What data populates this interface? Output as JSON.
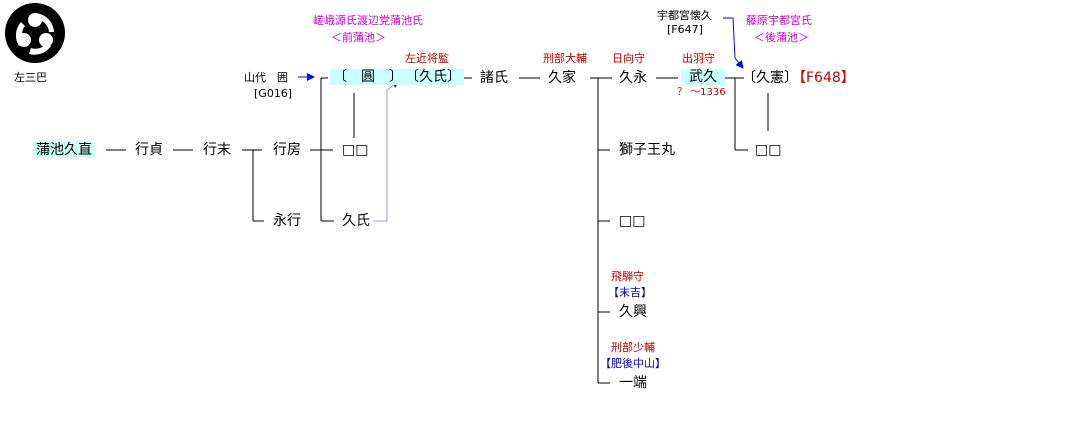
{
  "crest": {
    "name": "左三巴",
    "icon": "mitsudomoe-icon"
  },
  "headers": {
    "saga_line": "嵯峨源氏渡辺党蒲池氏",
    "saga_sub": "＜前蒲池＞",
    "fujiwara_line": "藤原宇都宮氏",
    "fujiwara_sub": "＜後蒲池＞",
    "utsunomiya": "宇都宮懐久",
    "utsunomiya_ref": "[F647]"
  },
  "persons": {
    "kamachi_hisanao": "蒲池久直",
    "yukisada": "行貞",
    "yukisue": "行末",
    "yukifusa": "行房",
    "nagayuki": "永行",
    "kakomu": "〔　圓　〕",
    "sq1": "□□",
    "hisauji_b": "久氏",
    "hisauji": "〔久氏〕",
    "moroji": "諸氏",
    "hisaie": "久家",
    "hisanaga": "久永",
    "shishiomaru": "獅子王丸",
    "sq2": "□□",
    "hisaoki": "久興",
    "kazuhata": "一端",
    "takehisa": "武久",
    "hisanori": "〔久憲〕",
    "sq3": "□□"
  },
  "notes": {
    "yamashiro": "山代　囲",
    "yamashiro_ref": "[G016]",
    "sakon": "左近将監",
    "gyobu_taifu": "刑部大輔",
    "hyuga": "日向守",
    "dewa": "出羽守",
    "takehisa_years": "？ ～1336",
    "hisanori_ref": "【F648】",
    "hida": "飛騨守",
    "sueyoshi": "【末吉】",
    "gyobu_shou": "刑部少輔",
    "higo": "【肥後中山】"
  },
  "colors": {
    "highlight": "#ccffff",
    "red": "#cc0000",
    "magenta": "#cc00cc",
    "blue_text": "#0000cc",
    "arrow_blue": "#0000ff",
    "link_purple": "#9999ff"
  }
}
